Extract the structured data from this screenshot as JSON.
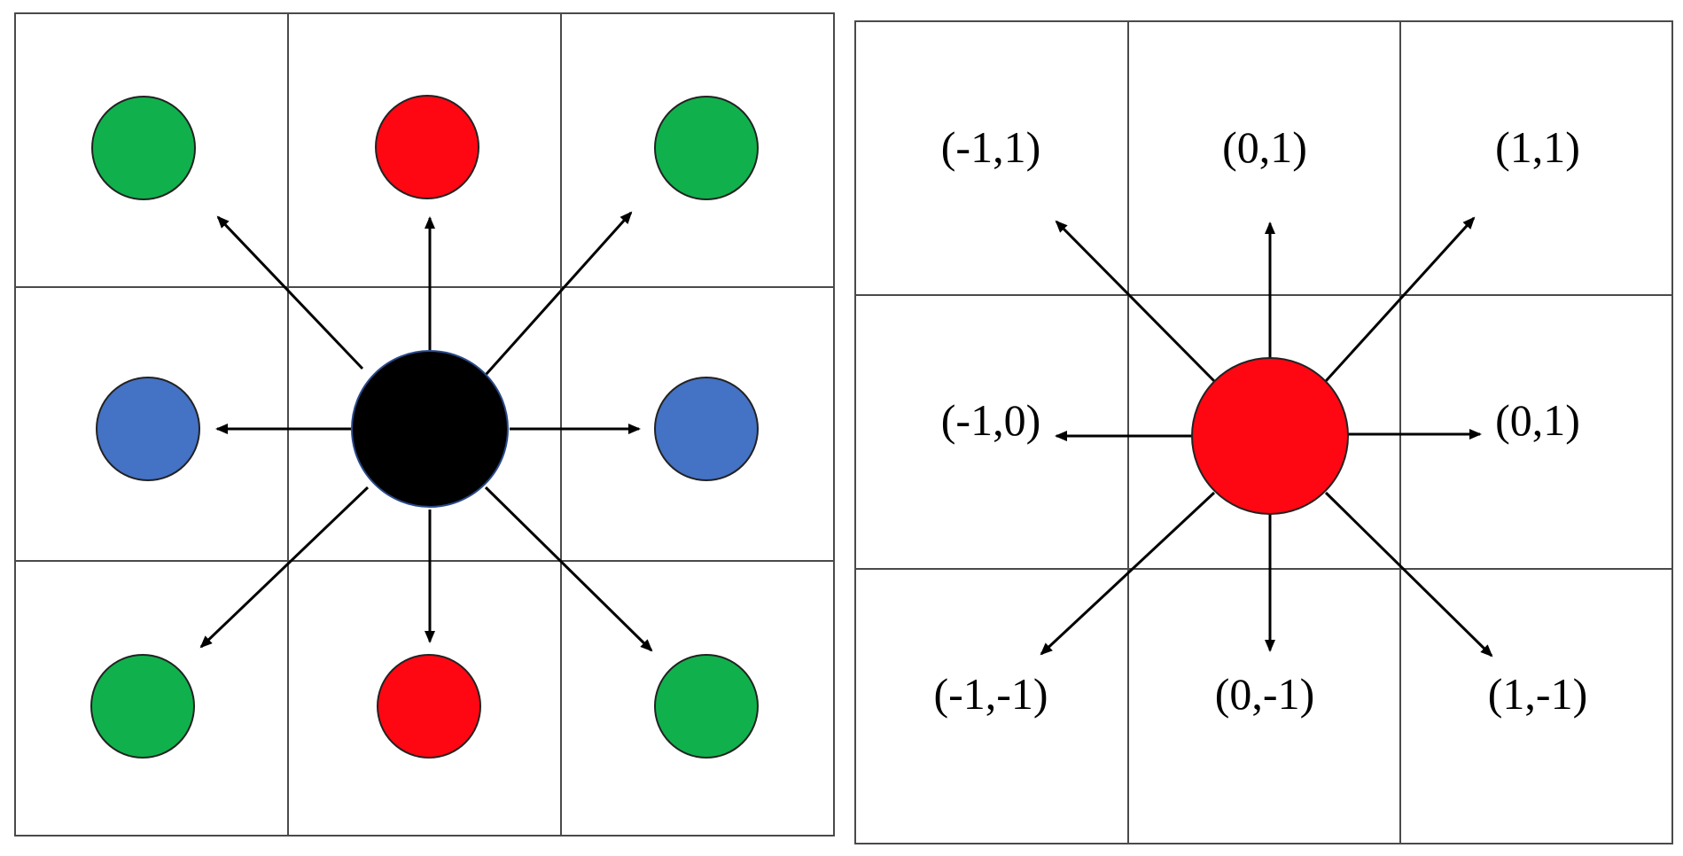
{
  "colors": {
    "center_left": "#000000",
    "center_left_outline": "#2b4a8a",
    "center_right": "#fe0712",
    "corner": "#10b14c",
    "vertical_neighbor": "#fe0712",
    "horizontal_neighbor": "#4472c4",
    "outline": "#222222",
    "grid": "#4a4a4a",
    "arrow": "#000000"
  },
  "left_panel": {
    "neighbors": [
      {
        "id": "top-left",
        "color_role": "corner",
        "icon": "circle"
      },
      {
        "id": "top",
        "color_role": "vertical_neighbor",
        "icon": "circle"
      },
      {
        "id": "top-right",
        "color_role": "corner",
        "icon": "circle"
      },
      {
        "id": "left",
        "color_role": "horizontal_neighbor",
        "icon": "circle"
      },
      {
        "id": "right",
        "color_role": "horizontal_neighbor",
        "icon": "circle"
      },
      {
        "id": "bottom-left",
        "color_role": "corner",
        "icon": "circle"
      },
      {
        "id": "bottom",
        "color_role": "vertical_neighbor",
        "icon": "circle"
      },
      {
        "id": "bottom-right",
        "color_role": "corner",
        "icon": "circle"
      }
    ]
  },
  "right_panel": {
    "labels": {
      "top_left": "(-1,1)",
      "top": "(0,1)",
      "top_right": "(1,1)",
      "left": "(-1,0)",
      "right": "(0,1)",
      "bottom_left": "(-1,-1)",
      "bottom": "(0,-1)",
      "bottom_right": "(1,-1)"
    }
  }
}
